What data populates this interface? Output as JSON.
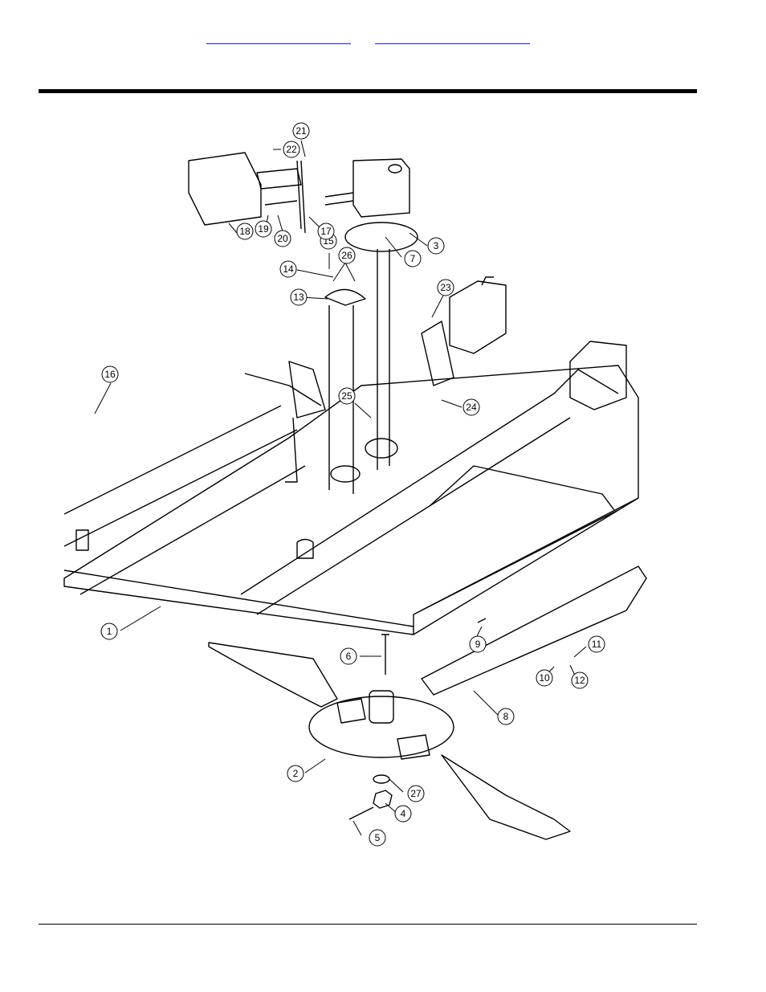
{
  "callouts": [
    "1",
    "2",
    "3",
    "4",
    "5",
    "6",
    "7",
    "8",
    "9",
    "10",
    "11",
    "12",
    "13",
    "14",
    "15",
    "16",
    "17",
    "18",
    "19",
    "20",
    "21",
    "22",
    "23",
    "24",
    "25",
    "26",
    "27"
  ],
  "colors": {
    "link": "#1a1aff",
    "rule": "#000000",
    "line": "#000000",
    "bg": "#ffffff"
  }
}
